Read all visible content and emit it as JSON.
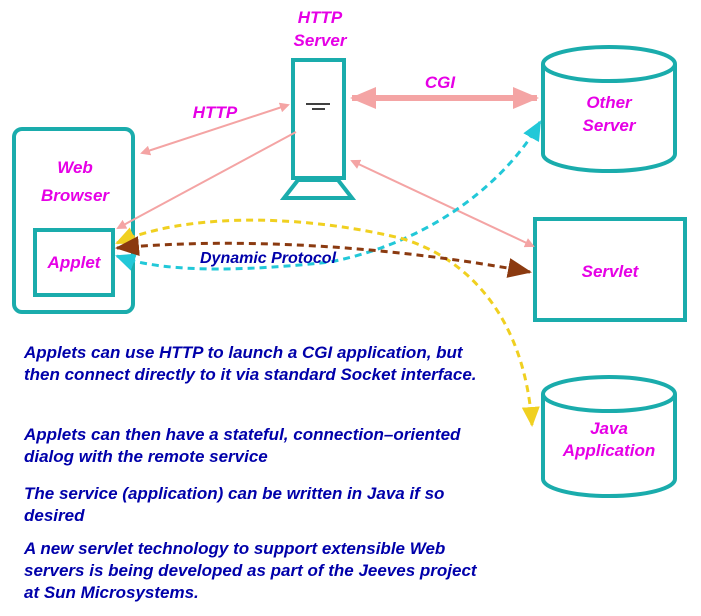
{
  "labels": {
    "http_server": [
      "HTTP",
      "Server"
    ],
    "http": "HTTP",
    "cgi": "CGI",
    "other_server": [
      "Other",
      "Server"
    ],
    "web_browser": [
      "Web",
      "Browser"
    ],
    "applet": "Applet",
    "servlet": "Servlet",
    "dynamic_protocol": "Dynamic Protocol",
    "java_application": [
      "Java",
      "Application"
    ]
  },
  "bullets": [
    "Applets can use HTTP to launch a CGI application, but then connect directly to it via standard Socket interface.",
    "Applets can then have a stateful, connection–oriented dialog with the remote service",
    "The service (application) can be written in Java if so desired",
    "A new servlet technology to support extensible Web servers is being developed as part of the Jeeves project at Sun Microsystems."
  ],
  "colors": {
    "teal": "#1aacac",
    "pink": "#f4a4a4",
    "magenta": "#e600e6",
    "navy": "#0000aa",
    "cyan_dash": "#22c8d8",
    "yellow_dash": "#f0d020",
    "brown_dash": "#8b3a10"
  }
}
